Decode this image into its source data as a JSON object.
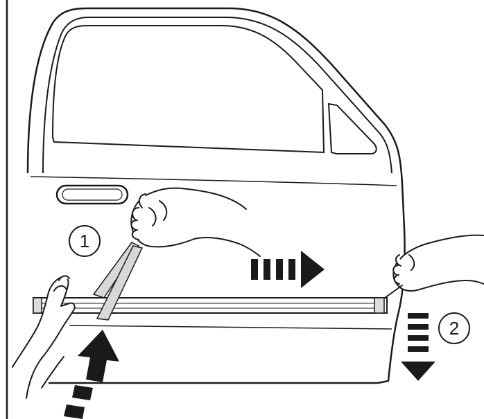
{
  "steps": [
    {
      "number": "1"
    },
    {
      "number": "2"
    }
  ],
  "colors": {
    "ink": "#1a1a1a",
    "paper": "#ffffff"
  },
  "icons": [
    "car-door",
    "hand-pulling-tape",
    "hand-holding-trim",
    "hand-pressing",
    "arrow-right-dashed",
    "arrow-down-dashed",
    "arrow-up-dashed"
  ]
}
